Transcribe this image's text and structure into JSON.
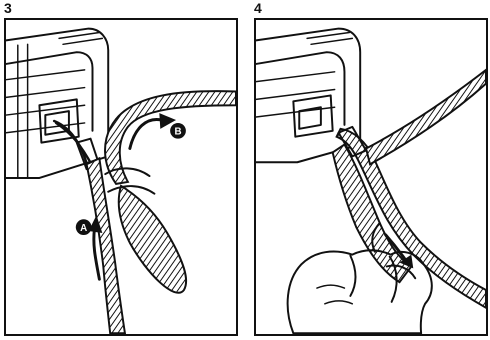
{
  "steps": [
    {
      "number": "3",
      "labels": [
        "A",
        "B"
      ]
    },
    {
      "number": "4"
    }
  ],
  "colors": {
    "ink": "#111111",
    "paper": "#ffffff",
    "shade": "#d9d9d9"
  }
}
